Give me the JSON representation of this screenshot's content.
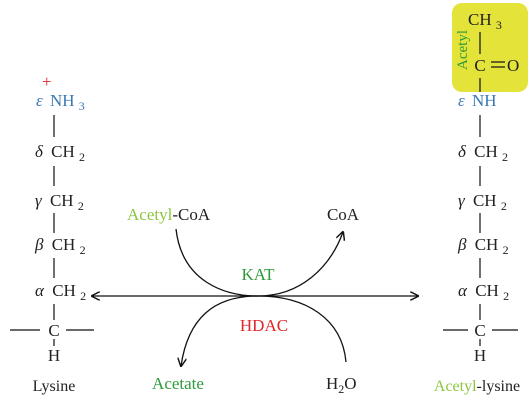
{
  "colors": {
    "text": "#222222",
    "blue": "#3a78b5",
    "red": "#e0262b",
    "green": "#2e9a3a",
    "lightgreen": "#8cc63f",
    "highlight": "#e3e33a",
    "line": "#111111"
  },
  "lysine": {
    "charge": "+",
    "eps_symbol": "ε",
    "eps_group": "NH",
    "eps_sub": "3",
    "delta_symbol": "δ",
    "gamma_symbol": "γ",
    "beta_symbol": "β",
    "alpha_symbol": "α",
    "ch": "CH",
    "ch_sub": "2",
    "carbon": "C",
    "hydrogen": "H",
    "name": "Lysine"
  },
  "acetyl_lysine": {
    "ch3_main": "CH",
    "ch3_sub": "3",
    "carbonyl_c": "C",
    "oxygen": "O",
    "acetyl_tag": "Acetyl",
    "eps_symbol": "ε",
    "eps_group": "NH",
    "delta_symbol": "δ",
    "gamma_symbol": "γ",
    "beta_symbol": "β",
    "alpha_symbol": "α",
    "ch": "CH",
    "ch_sub": "2",
    "carbon": "C",
    "hydrogen": "H",
    "name_prefix": "Acetyl",
    "name_suffix": "-lysine"
  },
  "reaction": {
    "donor_prefix": "Acetyl",
    "donor_suffix": "-CoA",
    "donor_product": "CoA",
    "forward_enzyme": "KAT",
    "reverse_enzyme": "HDAC",
    "water_main": "H",
    "water_sub": "2",
    "water_end": "O",
    "byproduct": "Acetate"
  }
}
